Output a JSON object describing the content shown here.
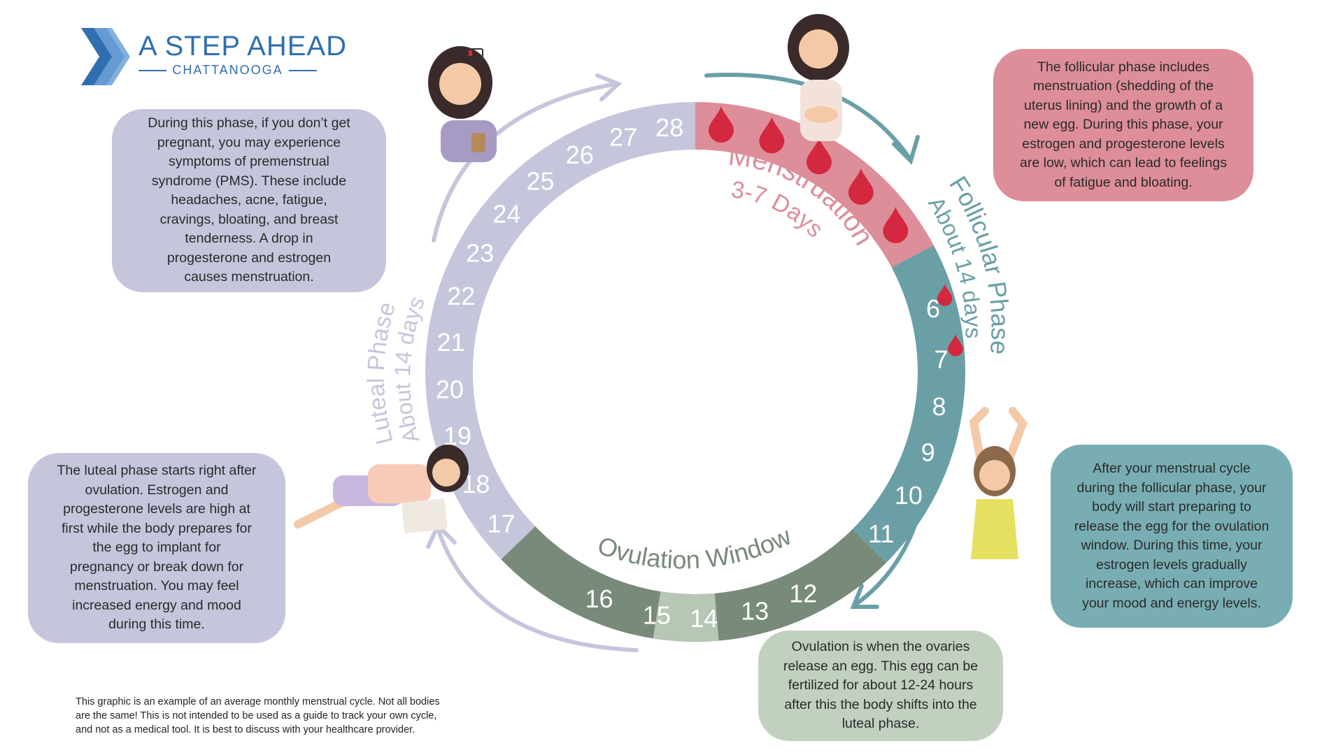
{
  "logo": {
    "title": "A STEP AHEAD",
    "subtitle": "CHATTANOOGA"
  },
  "colors": {
    "menstruation": "#dd8e99",
    "follicular": "#6a9fa6",
    "ovulation": "#788a79",
    "ovulation_peak": "#b7c6b5",
    "luteal": "#c5c6dc",
    "drop": "#d3283f",
    "brand": "#2f6fb0"
  },
  "cycle": {
    "days": [
      "28",
      "27",
      "26",
      "25",
      "24",
      "23",
      "22",
      "21",
      "20",
      "19",
      "18",
      "17",
      "16",
      "15",
      "14",
      "13",
      "12",
      "11",
      "10",
      "9",
      "8",
      "7",
      "6"
    ],
    "phases": {
      "menstruation": {
        "title": "Menstruation",
        "subtitle": "3-7 Days"
      },
      "follicular": {
        "title": "Follicular Phase",
        "subtitle": "About 14 days"
      },
      "ovulation": {
        "title": "Ovulation Window"
      },
      "luteal": {
        "title": "Luteal Phase",
        "subtitle": "About 14 days"
      }
    }
  },
  "bubbles": {
    "luteal_top": [
      "During this phase, if you don’t get",
      "pregnant, you may experience",
      "symptoms of premenstrual",
      "syndrome (PMS). These include",
      "headaches, acne, fatigue,",
      "cravings, bloating, and breast",
      "tenderness. A drop in",
      "progesterone and estrogen",
      "causes menstruation."
    ],
    "follicular": [
      "The follicular phase includes",
      "menstruation (shedding of the",
      "uterus lining) and the growth of a",
      "new egg. During this phase, your",
      "estrogen and progesterone levels",
      "are low, which can lead to feelings",
      "of fatigue and bloating."
    ],
    "luteal": [
      "The luteal phase starts right after",
      "ovulation. Estrogen and",
      "progesterone levels are high at",
      "first while the body prepares for",
      "the egg to implant for",
      "pregnancy or break down for",
      "menstruation. You may feel",
      "increased energy and mood",
      "during this time."
    ],
    "pre_ovulation": [
      "After your menstrual cycle",
      "during the follicular phase, your",
      "body will start preparing to",
      "release the egg for the ovulation",
      "window. During this time, your",
      "estrogen levels gradually",
      "increase, which can improve",
      "your mood and energy levels."
    ],
    "ovulation": [
      "Ovulation is when the ovaries",
      "release an egg. This egg can be",
      "fertilized for about 12-24 hours",
      "after this the body shifts into the",
      "luteal phase."
    ]
  },
  "disclaimer": [
    "This graphic is an example of an average monthly menstrual cycle. Not all bodies",
    "are the same! This is not intended to be used as a guide to track your own cycle,",
    "and not as a medical tool. It is best to discuss with your healthcare provider."
  ]
}
